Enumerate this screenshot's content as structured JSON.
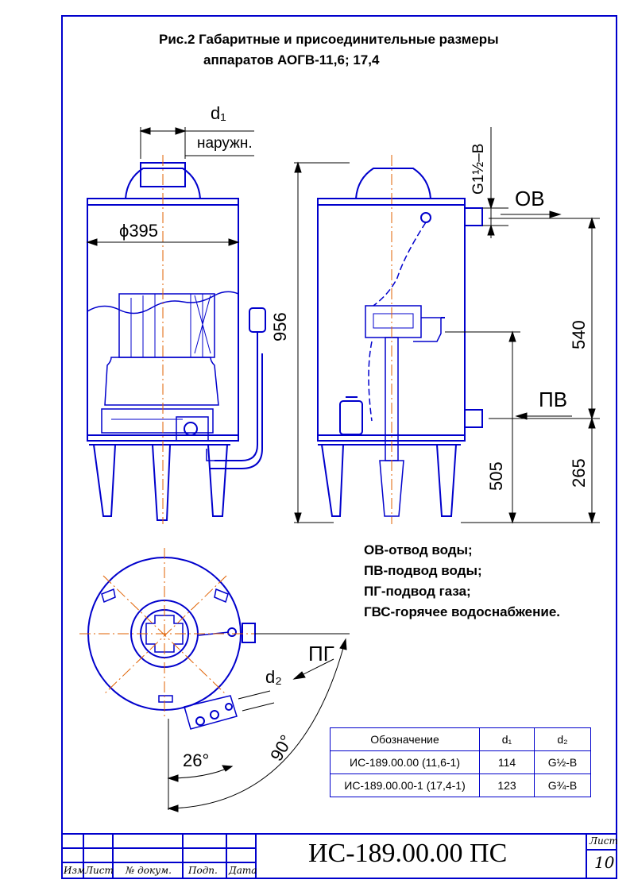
{
  "title": {
    "line1": "Рис.2 Габаритные и присоединительные размеры",
    "line2": "аппаратов АОГВ-11,6; 17,4"
  },
  "dimensions": {
    "d1": "d₁",
    "d1_note": "наружн.",
    "diameter": "ϕ395",
    "height": "956",
    "thread_top": "G1½–B",
    "ov": "ОВ",
    "pv": "ПВ",
    "pg": "ПГ",
    "d2": "d₂",
    "dim_540": "540",
    "dim_505": "505",
    "dim_265": "265",
    "angle_26": "26°",
    "angle_90": "90°"
  },
  "legend": [
    "ОВ-отвод воды;",
    "ПВ-подвод воды;",
    "ПГ-подвод газа;",
    "ГВС-горячее водоснабжение."
  ],
  "table": {
    "headers": [
      "Обозначение",
      "d₁",
      "d₂"
    ],
    "rows": [
      [
        "ИС-189.00.00 (11,6-1)",
        "114",
        "G½-B"
      ],
      [
        "ИС-189.00.00-1 (17,4-1)",
        "123",
        "G¾-B"
      ]
    ]
  },
  "stamp": {
    "cols": [
      "Изм",
      "Лист",
      "№ докум.",
      "Подп.",
      "Дата"
    ],
    "doc_number": "ИС-189.00.00 ПС",
    "sheet_label": "Лист",
    "sheet_number": "10"
  },
  "colors": {
    "line": "#0000cc",
    "axis": "#e06000",
    "dim": "#000000"
  }
}
